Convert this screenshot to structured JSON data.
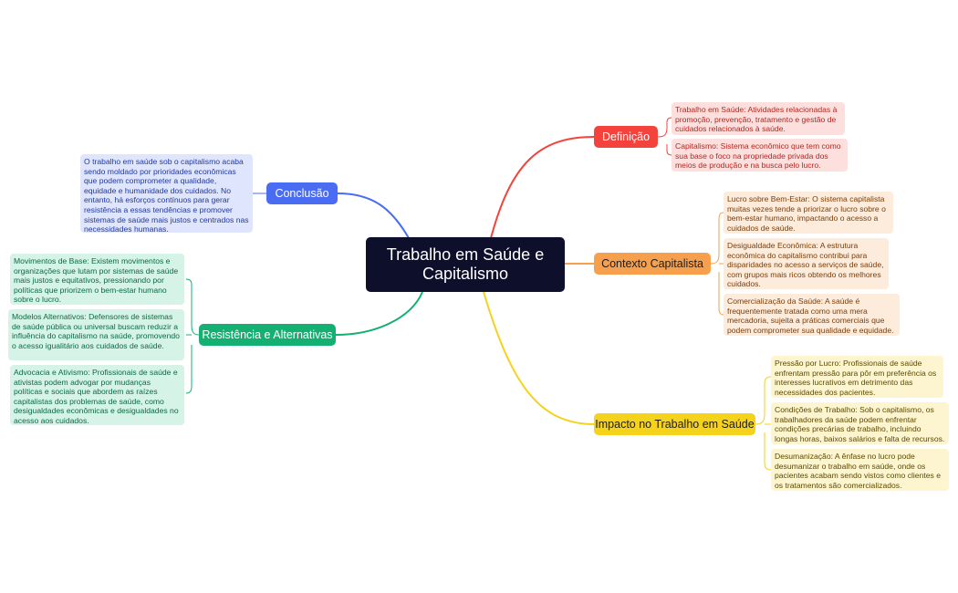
{
  "central": {
    "title": "Trabalho em Saúde e Capitalismo"
  },
  "branches": {
    "definicao": {
      "label": "Definição",
      "color": "#f4433c",
      "leaf_bg": "#fde0de",
      "leaves": [
        "Trabalho em Saúde: Atividades relacionadas à promoção, prevenção, tratamento e gestão de cuidados relacionados à saúde.",
        "Capitalismo: Sistema econômico que tem como sua base o foco na propriedade privada dos meios de produção e na busca pelo lucro."
      ]
    },
    "contexto": {
      "label": "Contexto Capitalista",
      "color": "#f6a04d",
      "leaf_bg": "#fdebdb",
      "leaves": [
        "Lucro sobre Bem-Estar: O sistema capitalista muitas vezes tende a priorizar o lucro sobre o bem-estar humano, impactando o acesso a cuidados de saúde.",
        "Desigualdade Econômica: A estrutura econômica do capitalismo contribui para disparidades no acesso a serviços de saúde, com grupos mais ricos obtendo os melhores cuidados.",
        "Comercialização da Saúde: A saúde é frequentemente tratada como uma mera mercadoria, sujeita a práticas comerciais que podem comprometer sua qualidade e equidade."
      ]
    },
    "impacto": {
      "label": "Impacto no Trabalho em Saúde",
      "color": "#f5d21b",
      "leaf_bg": "#fdf5cf",
      "leaves": [
        "Pressão por Lucro: Profissionais de saúde enfrentam pressão para pôr em preferência os interesses lucrativos em detrimento das necessidades dos pacientes.",
        "Condições de Trabalho: Sob o capitalismo, os trabalhadores da saúde podem enfrentar condições precárias de trabalho, incluindo longas horas, baixos salários e falta de recursos.",
        "Desumanização: A ênfase no lucro pode desumanizar o trabalho em saúde, onde os pacientes acabam sendo vistos como clientes e os tratamentos são comercializados."
      ]
    },
    "conclusao": {
      "label": "Conclusão",
      "color": "#4a6cf2",
      "leaf_bg": "#dfe5fd",
      "leaves": [
        "O trabalho em saúde sob o capitalismo acaba sendo moldado por prioridades econômicas que podem comprometer a qualidade, equidade e humanidade dos cuidados. No entanto, há esforços contínuos para gerar resistência a essas tendências e promover sistemas de saúde mais justos e centrados nas necessidades humanas."
      ]
    },
    "resistencia": {
      "label": "Resistência e Alternativas",
      "color": "#13b072",
      "leaf_bg": "#d5f3e6",
      "leaves": [
        "Movimentos de Base: Existem movimentos e organizações que lutam por sistemas de saúde mais justos e equitativos, pressionando por políticas que priorizem o bem-estar humano sobre o lucro.",
        "Modelos Alternativos: Defensores de sistemas de saúde pública ou universal buscam reduzir a influência do capitalismo na saúde, promovendo o acesso igualitário aos cuidados de saúde.",
        "Advocacia e Ativismo: Profissionais de saúde e ativistas podem advogar por mudanças políticas e sociais que abordem as raízes capitalistas dos problemas de saúde, como desigualdades econômicas e desigualdades no acesso aos cuidados."
      ]
    }
  }
}
